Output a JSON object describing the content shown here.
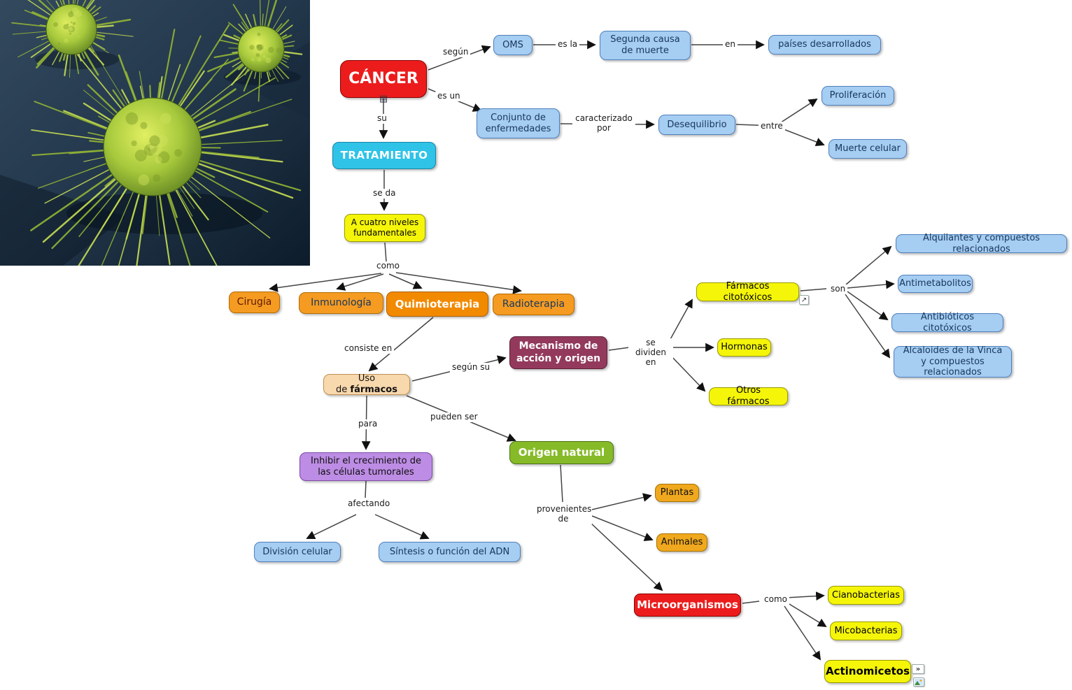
{
  "nodes": {
    "cancer": "CÁNCER",
    "oms": "OMS",
    "segunda_causa": "Segunda causa de muerte",
    "paises": "países desarrollados",
    "conjunto": "Conjunto de enfermedades",
    "desequilibrio": "Desequilibrio",
    "proliferacion": "Proliferación",
    "muerte_celular": "Muerte celular",
    "tratamiento": "TRATAMIENTO",
    "cuatro_niveles": "A cuatro niveles fundamentales",
    "cirugia": "Cirugía",
    "inmunologia": "Inmunología",
    "quimioterapia": "Quimioterapia",
    "radioterapia": "Radioterapia",
    "uso_prefix": "Uso de",
    "uso_bold": "fármacos",
    "mecanismo": "Mecanismo de acción y origen",
    "farmacos_cito": "Fármacos citotóxicos",
    "hormonas": "Hormonas",
    "otros_farmacos": "Otros fármacos",
    "alquilantes": "Alquilantes y compuestos relacionados",
    "antimetabolitos": "Antimetabolitos",
    "antibioticos": "Antibióticos citotóxicos",
    "alcaloides": "Alcaloides de la Vinca y compuestos relacionados",
    "inhibir": "Inhibir el crecimiento de las células tumorales",
    "division": "División celular",
    "sintesis": "Síntesis o función del ADN",
    "origen_natural": "Origen natural",
    "plantas": "Plantas",
    "animales": "Animales",
    "microorganismos": "Microorganismos",
    "cianobacterias": "Cianobacterias",
    "micobacterias": "Micobacterias",
    "actinomicetos": "Actinomicetos"
  },
  "links": {
    "segun": "según",
    "es_la": "es la",
    "en": "en",
    "es_un": "es un",
    "caracterizado_por": "caracterizado por",
    "entre": "entre",
    "su": "su",
    "se_da": "se da",
    "como": "como",
    "consiste_en": "consiste en",
    "segun_su": "según su",
    "se_dividen_en": "se dividen en",
    "son": "son",
    "para": "para",
    "pueden_ser": "pueden ser",
    "afectando": "afectando",
    "provenientes_de": "provenientes de",
    "como2": "como"
  },
  "icons": {
    "cancer_resource": "▤",
    "farmacos_link": "↗",
    "actino_expand": "»"
  },
  "colors": {
    "red": "#ec1c1c",
    "blue": "#a6cdf2",
    "cyan": "#2fc3e8",
    "yellow": "#f5f50a",
    "orange": "#f59b22",
    "orange_deep": "#f28a00",
    "peach": "#f8d8ad",
    "maroon": "#933a5c",
    "purple": "#bd8ce4",
    "green": "#86ba28",
    "gold": "#f0a81e"
  }
}
